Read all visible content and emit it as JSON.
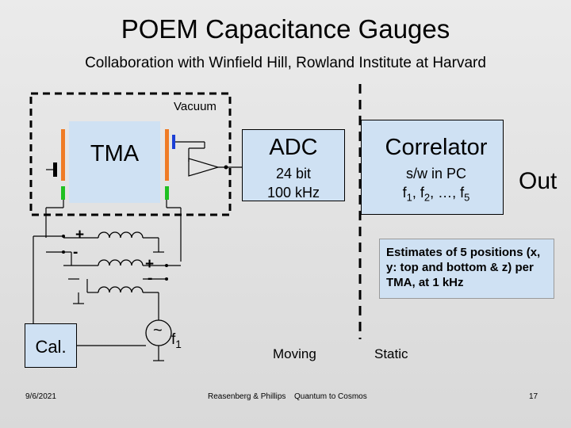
{
  "title": "POEM Capacitance Gauges",
  "subtitle": "Collaboration with Winfield Hill, Rowland Institute at Harvard",
  "vacuum_label": "Vacuum",
  "tma_label": "TMA",
  "adc": {
    "title": "ADC",
    "line1": "24 bit",
    "line2": "100 kHz"
  },
  "correlator": {
    "title": "Correlator",
    "line1": "s/w in PC",
    "line2_prefix": "f",
    "line2_sub1": "1",
    "line2_mid1": ", f",
    "line2_sub2": "2",
    "line2_mid2": ", …, f",
    "line2_sub3": "5"
  },
  "out_label": "Out",
  "estimates_text": "Estimates of 5 positions (x, y: top and bottom & z) per TMA, at 1 kHz",
  "cal_label": "Cal.",
  "source": {
    "symbol": "~",
    "freq_prefix": "f",
    "freq_sub": "1"
  },
  "signs": {
    "plus_top": "+",
    "minus_top": "-",
    "plus_mid": "+",
    "minus_mid": "-"
  },
  "moving_label": "Moving",
  "static_label": "Static",
  "footer": {
    "date": "9/6/2021",
    "authors": "Reasenberg & Phillips",
    "event": "Quantum to Cosmos",
    "page": "17"
  },
  "colors": {
    "box_fill": "#cfe1f3",
    "electrode_orange": "#f07b24",
    "electrode_blue": "#1b3fd6",
    "electrode_green": "#20c020"
  }
}
